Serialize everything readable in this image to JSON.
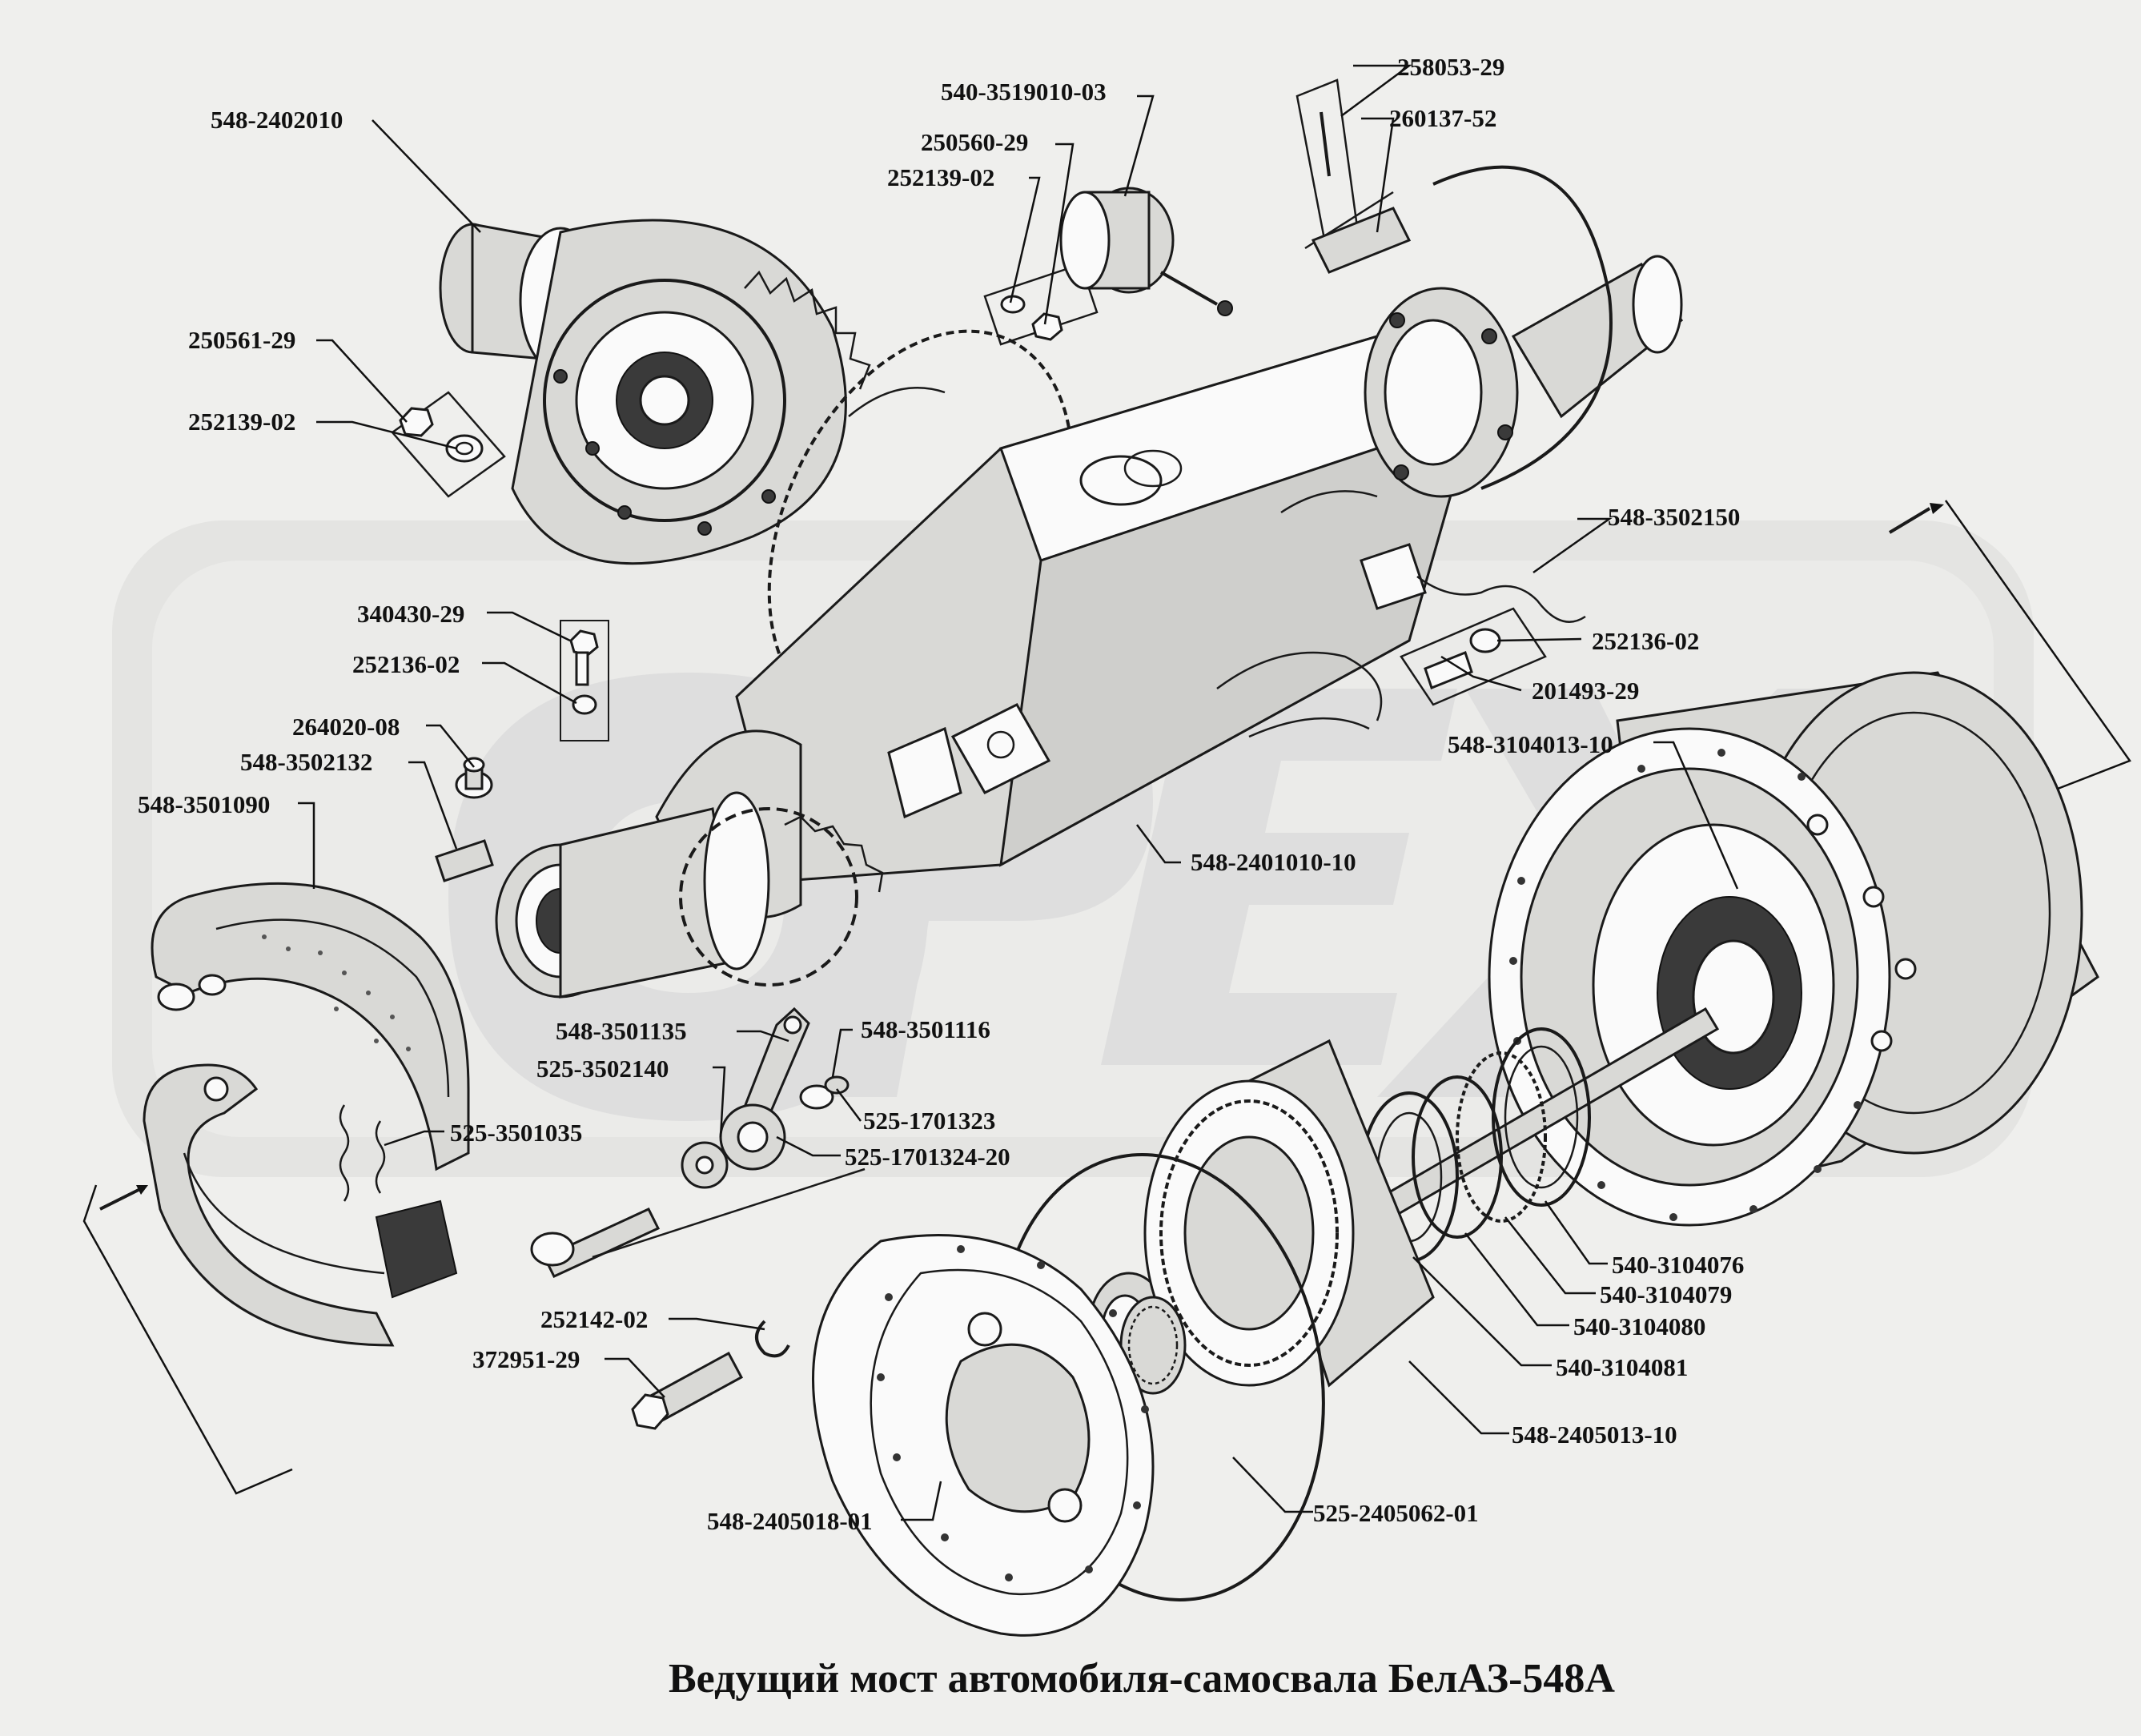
{
  "title": "Ведущий мост автомобиля-самосвала БелАЗ-548А",
  "parts": [
    "548-2402010",
    "540-3519010-03",
    "258053-29",
    "260137-52",
    "250560-29",
    "252139-02",
    "250561-29",
    "252139-02",
    "548-3502150",
    "252136-02",
    "201493-29",
    "340430-29",
    "252136-02",
    "264020-08",
    "548-3502132",
    "548-3501090",
    "548-3104013-10",
    "548-2401010-10",
    "548-3501135",
    "548-3501116",
    "525-3502140",
    "525-1701323",
    "525-3501035",
    "525-1701324-20",
    "540-3104076",
    "540-3104079",
    "540-3104080",
    "540-3104081",
    "252142-02",
    "372951-29",
    "548-2405013-10",
    "525-2405062-01",
    "548-2405018-01"
  ],
  "colors": {
    "background": "#efefed",
    "ink": "#1a1a1a",
    "watermark": "#dcdcda"
  }
}
